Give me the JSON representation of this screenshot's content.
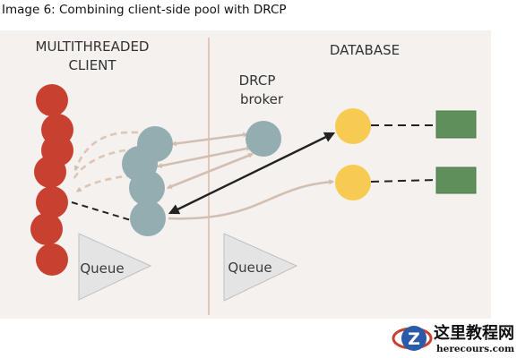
{
  "caption": "Image 6: Combining client-side pool with DRCP",
  "sections": {
    "client_label_line1": "MULTITHREADED",
    "client_label_line2": "CLIENT",
    "database_label": "DATABASE"
  },
  "broker": {
    "label_line1": "DRCP",
    "label_line2": "broker"
  },
  "queues": {
    "client_queue": "Queue",
    "broker_queue": "Queue"
  },
  "watermark": {
    "chinese_text": "这里教程网",
    "url": "herecours.com"
  },
  "colors": {
    "panel_background": "#f4f1ef",
    "divider": "#d9a89b",
    "client_thread": "#c8402f",
    "pooled_connection": "#93adb0",
    "broker": "#93adb0",
    "server_process": "#f7cb52",
    "database_session": "#5f8f5a",
    "queue": "#e4e4e4",
    "active_link": "#222222",
    "idle_link": "#d3bfb1"
  }
}
